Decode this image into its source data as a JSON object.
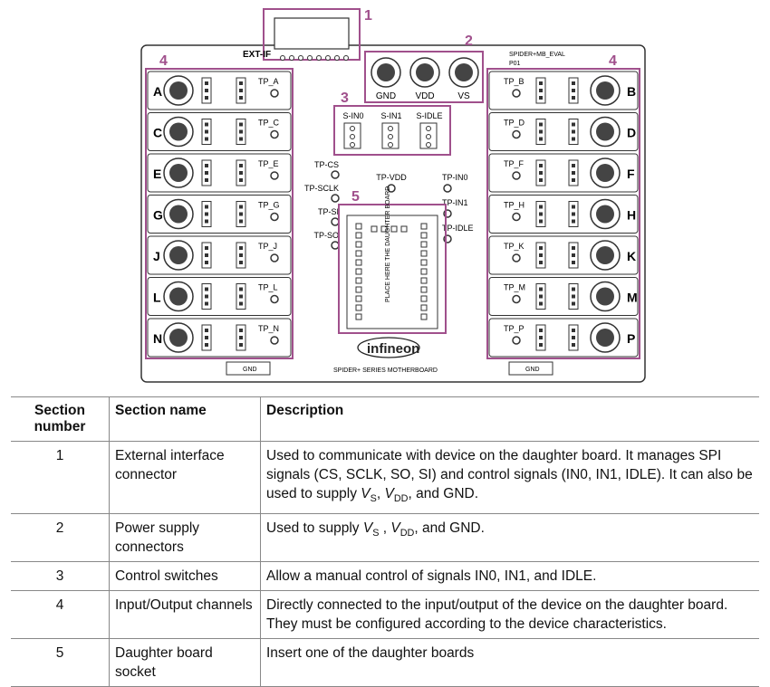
{
  "board": {
    "ext_if_label": "EXT-IF",
    "model_label": "SPIDER+MB_EVAL",
    "revision": "P01",
    "motherboard_label": "SPIDER+ SERIES MOTHERBOARD",
    "brand": "infineon",
    "socket_text": "PLACE HERE THE DAUGHTER BOARD",
    "callouts": [
      "1",
      "2",
      "3",
      "4",
      "4",
      "5"
    ],
    "power_connectors": [
      "GND",
      "VDD",
      "VS"
    ],
    "switches": [
      "S-IN0",
      "S-IN1",
      "S-IDLE"
    ],
    "left_channels": [
      {
        "letter": "A",
        "tp": "TP_A"
      },
      {
        "letter": "C",
        "tp": "TP_C"
      },
      {
        "letter": "E",
        "tp": "TP_E"
      },
      {
        "letter": "G",
        "tp": "TP_G"
      },
      {
        "letter": "J",
        "tp": "TP_J"
      },
      {
        "letter": "L",
        "tp": "TP_L"
      },
      {
        "letter": "N",
        "tp": "TP_N"
      }
    ],
    "right_channels": [
      {
        "letter": "B",
        "tp": "TP_B"
      },
      {
        "letter": "D",
        "tp": "TP_D"
      },
      {
        "letter": "F",
        "tp": "TP_F"
      },
      {
        "letter": "H",
        "tp": "TP_H"
      },
      {
        "letter": "K",
        "tp": "TP_K"
      },
      {
        "letter": "M",
        "tp": "TP_M"
      },
      {
        "letter": "P",
        "tp": "TP_P"
      }
    ],
    "test_points_left": [
      "TP-CS",
      "TP-SCLK",
      "TP-SI",
      "TP-SO"
    ],
    "test_point_vdd": "TP-VDD",
    "test_points_right": [
      "TP-IN0",
      "TP-IN1",
      "TP-IDLE"
    ],
    "gnd_labels": [
      "GND",
      "GND"
    ],
    "accent_color": "#a0508c"
  },
  "table": {
    "headers": [
      "Section number",
      "Section name",
      "Description"
    ],
    "rows": [
      {
        "number": "1",
        "name": "External interface connector",
        "desc_parts": [
          "Used to communicate with device on the daughter board. It manages SPI signals (CS, SCLK, SO, SI) and control signals (IN0, IN1, IDLE). It can also be used to supply ",
          "V",
          "S",
          ", ",
          "V",
          "DD",
          ", and GND."
        ]
      },
      {
        "number": "2",
        "name": "Power supply connectors",
        "desc_parts": [
          "Used to supply ",
          "V",
          "S",
          " , ",
          "V",
          "DD",
          ", and GND."
        ]
      },
      {
        "number": "3",
        "name": "Control switches",
        "desc": "Allow a manual control of signals IN0, IN1, and IDLE."
      },
      {
        "number": "4",
        "name": "Input/Output channels",
        "desc": "Directly connected to the input/output of the device on the daughter board. They must be configured according to the device characteristics."
      },
      {
        "number": "5",
        "name": "Daughter board socket",
        "desc": "Insert one of the daughter boards"
      }
    ]
  }
}
